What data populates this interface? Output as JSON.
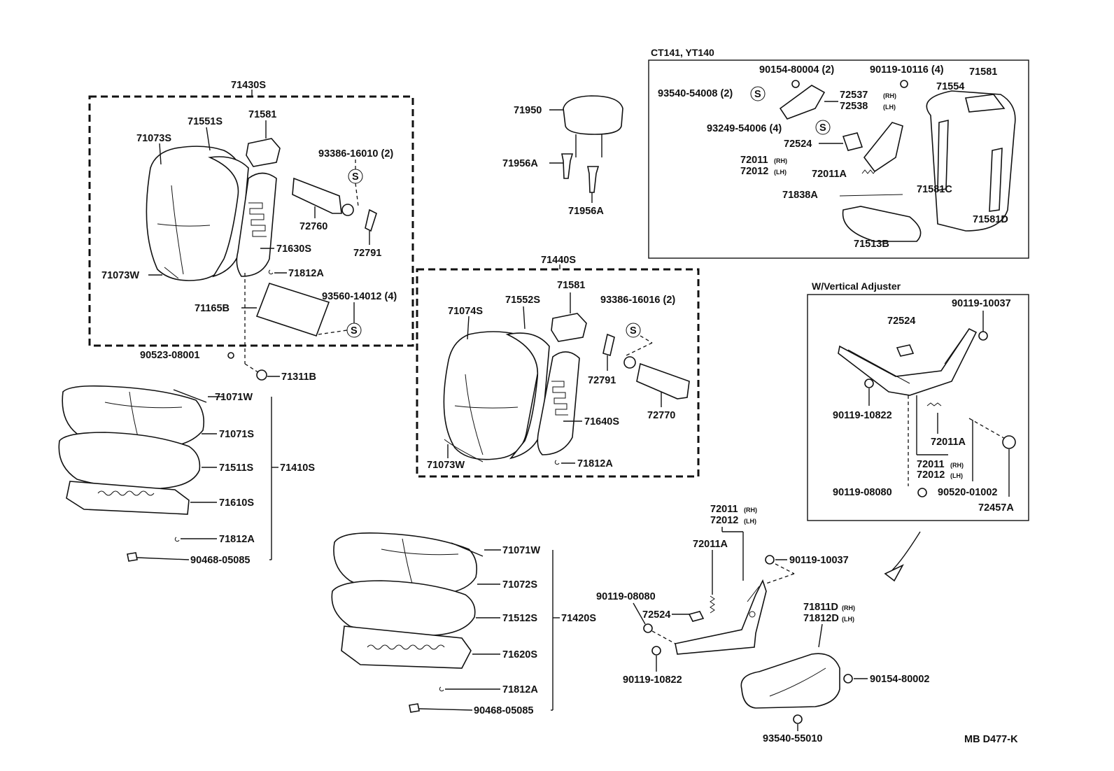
{
  "labels": {
    "l71430S": "71430S",
    "l71581a": "71581",
    "l71551S": "71551S",
    "l71073S": "71073S",
    "l93386_16010": "93386-16010 (2)",
    "l72760": "72760",
    "l72791a": "72791",
    "l71630S": "71630S",
    "l71073Wa": "71073W",
    "l71812Aa": "71812A",
    "l93560_14012": "93560-14012 (4)",
    "l71165B": "71165B",
    "l90523_08001": "90523-08001",
    "l71311B": "71311B",
    "l71071Wa": "71071W",
    "l71071S": "71071S",
    "l71511S": "71511S",
    "l71410S": "71410S",
    "l71610S": "71610S",
    "l71812Ab": "71812A",
    "l90468_05085a": "90468-05085",
    "l71950": "71950",
    "l71956Aa": "71956A",
    "l71956Ab": "71956A",
    "l71440S": "71440S",
    "l71581b": "71581",
    "l71074S": "71074S",
    "l71552S": "71552S",
    "l93386_16016": "93386-16016 (2)",
    "l72791b": "72791",
    "l71640S": "71640S",
    "l72770": "72770",
    "l71073Wb": "71073W",
    "l71812Ac": "71812A",
    "l71071Wb": "71071W",
    "l71072S": "71072S",
    "l71512S": "71512S",
    "l71420S": "71420S",
    "l71620S": "71620S",
    "l71812Ad": "71812A",
    "l90468_05085b": "90468-05085",
    "l72011Ba": "72011",
    "l72012Ba": "72012",
    "l72011Aa": "72011A",
    "l90119_10037a": "90119-10037",
    "l90119_08080a": "90119-08080",
    "l72524a": "72524",
    "l90119_10822a": "90119-10822",
    "l71811D": "71811D",
    "l71812D": "71812D",
    "l90154_80002": "90154-80002",
    "l93540_55010": "93540-55010",
    "code": "MB  D477-K"
  },
  "subs": {
    "rh": "(RH)",
    "lh": "(LH)"
  },
  "ct_box": {
    "title": "CT141, YT140",
    "l90154_80004": "90154-80004 (2)",
    "l90119_10116": "90119-10116 (4)",
    "l71581": "71581",
    "l93540_54008": "93540-54008 (2)",
    "l72537": "72537",
    "l72538": "72538",
    "l71554": "71554",
    "l93249_54006": "93249-54006 (4)",
    "l72524": "72524",
    "l72011": "72011",
    "l72012": "72012",
    "l72011A": "72011A",
    "l71581C": "71581C",
    "l71838A": "71838A",
    "l71581D": "71581D",
    "l71513B": "71513B"
  },
  "va_box": {
    "title": "W/Vertical Adjuster",
    "l90119_10037": "90119-10037",
    "l72524": "72524",
    "l90119_10822": "90119-10822",
    "l72011A": "72011A",
    "l72011": "72011",
    "l72012": "72012",
    "l90119_08080": "90119-08080",
    "l90520_01002": "90520-01002",
    "l72457A": "72457A"
  },
  "symbol": "S"
}
